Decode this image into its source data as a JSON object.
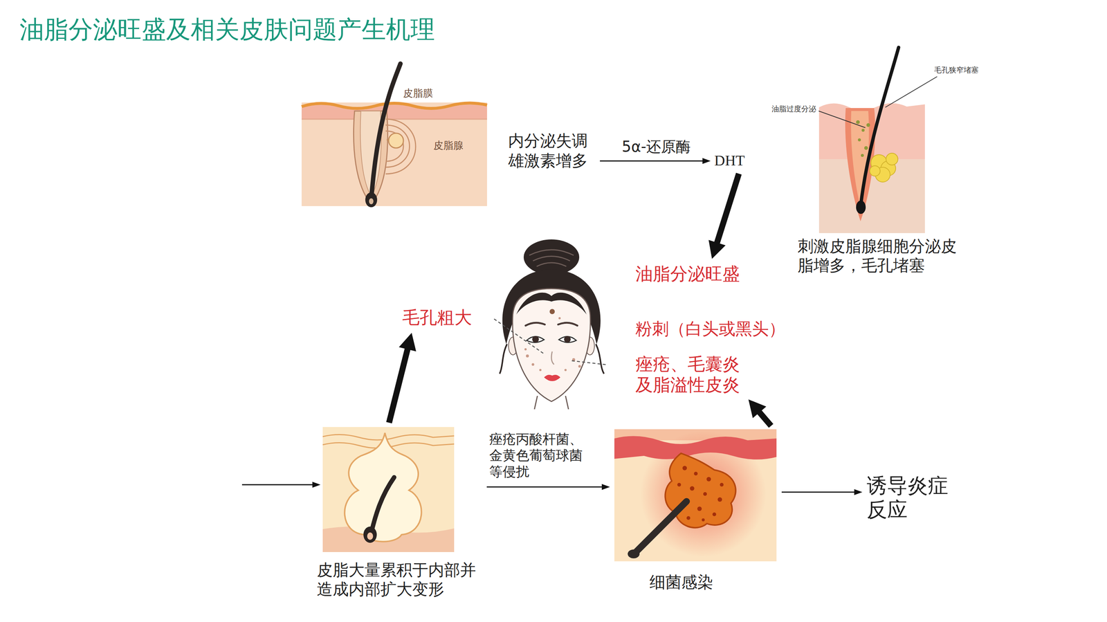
{
  "diagram": {
    "title": "油脂分泌旺盛及相关皮肤问题产生机理",
    "nodes": [
      {
        "text": [
          "内分泌失调 雄激素增多"
        ]
      },
      {
        "text": [
          "DHT"
        ]
      },
      {
        "text": [
          "刺激皮脂腺细胞分泌皮 脂增多，毛孔堵塞"
        ]
      },
      {
        "text": [
          "油脂分泌旺盛"
        ]
      },
      {
        "text": [
          "毛孔粗大"
        ]
      },
      {
        "text": [
          "粉刺（白头或黑头）"
        ]
      },
      {
        "text": [
          "痤疮、毛囊炎 及脂溢性皮炎"
        ]
      },
      {
        "text": [
          "皮脂大量累积于内部并 造成内部扩大变形"
        ]
      },
      {
        "text": [
          "细菌感染"
        ]
      },
      {
        "text": [
          "诱导炎症 反应"
        ]
      }
    ],
    "edges": [
      {
        "from": 0,
        "to": 1,
        "label": "5α-还原酶",
        "arrow": "to"
      },
      {
        "from": 1,
        "to": 3,
        "arrow": "to"
      },
      {
        "from": 7,
        "to": 4,
        "arrow": "to"
      },
      {
        "from": 7,
        "to": 8,
        "label": "痤疮丙酸杆菌、 金黄色葡萄球菌 等侵扰",
        "arrow": "to"
      },
      {
        "from": 8,
        "to": 6,
        "arrow": "to"
      },
      {
        "from": 8,
        "to": 9,
        "arrow": "to"
      }
    ],
    "labels": [
      "皮脂膜",
      "皮脂腺",
      "毛孔狭窄堵塞",
      "油脂过度分泌"
    ]
  }
}
